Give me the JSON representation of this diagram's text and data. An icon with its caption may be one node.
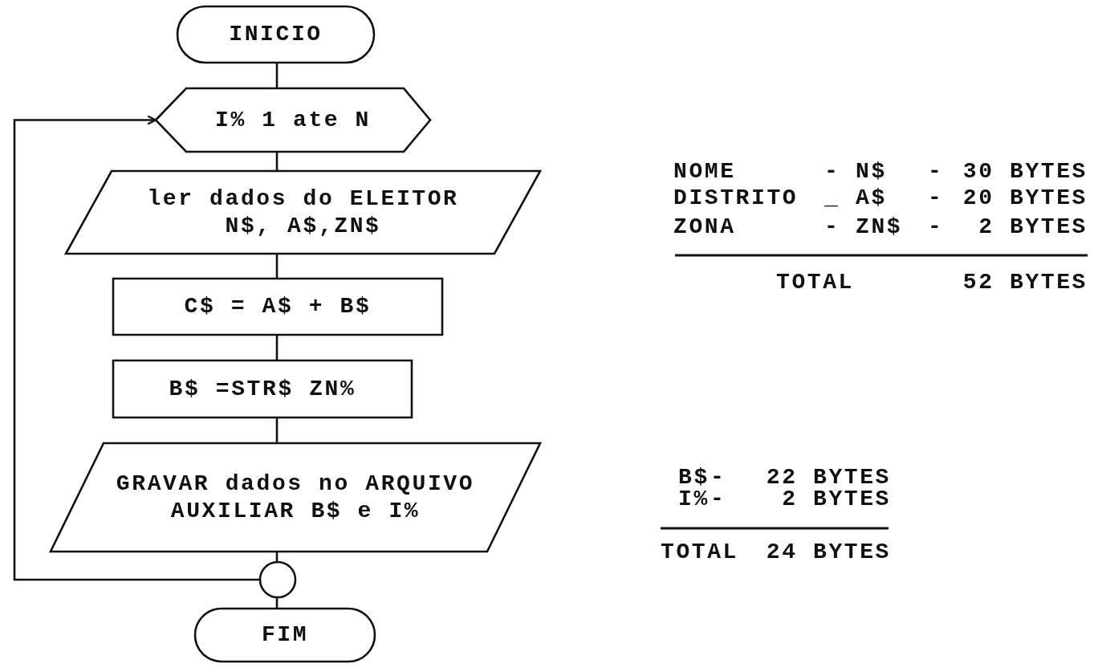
{
  "diagram": {
    "nodes": [
      {
        "text": [
          "INICIO"
        ]
      },
      {
        "text": [
          "I% 1 ate N"
        ]
      },
      {
        "text": [
          "ler dados do ELEITOR N$, A$,ZN$"
        ]
      },
      {
        "text": [
          "C$ = A$ + B$"
        ]
      },
      {
        "text": [
          "B$ =STR$ ZN%"
        ]
      },
      {
        "text": [
          "GRAVAR dados no ARQUIVO AUXILIAR B$ e I%"
        ]
      },
      {
        "text": [],
        "shape": "circle"
      },
      {
        "text": [
          "FIM"
        ]
      }
    ],
    "edges": [
      {
        "from": 0,
        "to": 1,
        "arrow": "none"
      },
      {
        "from": 1,
        "to": 2,
        "arrow": "none"
      },
      {
        "from": 2,
        "to": 3,
        "arrow": "none"
      },
      {
        "from": 3,
        "to": 4,
        "arrow": "none"
      },
      {
        "from": 4,
        "to": 5,
        "arrow": "none"
      },
      {
        "from": 5,
        "to": 6,
        "arrow": "none"
      },
      {
        "from": 6,
        "to": 7,
        "arrow": "none"
      },
      {
        "from": 6,
        "to": 1,
        "arrow": "to"
      }
    ],
    "labels": [
      "NOME",
      "-",
      "N$",
      "-",
      "30 BYTES",
      "DISTRITO",
      "_",
      "A$",
      "-",
      "20 BYTES",
      "ZONA",
      "-",
      "ZN$",
      "-",
      "2 BYTES",
      "TOTAL",
      "52 BYTES",
      "B$",
      "-",
      "22 BYTES",
      "I%",
      "-",
      "2 BYTES",
      "TOTAL",
      "24 BYTES"
    ]
  }
}
